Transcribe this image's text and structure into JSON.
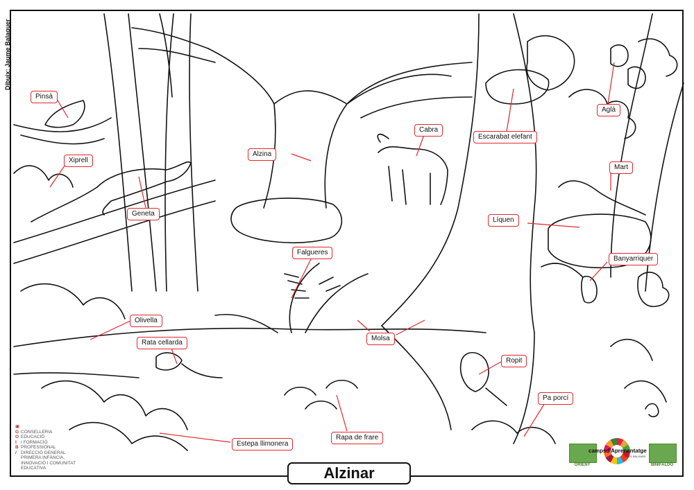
{
  "title": "Alzinar",
  "credit": "Dibuix: Jaume Balaguer",
  "labels": {
    "pinsa": "Pinsà",
    "xiprell": "Xiprell",
    "geneta": "Geneta",
    "alzina": "Alzina",
    "cabra": "Cabra",
    "escarabat": "Escarabat elefant",
    "agla": "Aglà",
    "mart": "Mart",
    "liquen": "Líquen",
    "falgueres": "Falgueres",
    "banyarriquer": "Banyarriquer",
    "olivella": "Olivella",
    "rata_cellarda": "Rata cellarda",
    "molsa": "Molsa",
    "ropit": "Ropit",
    "pa_porci": "Pa porcí",
    "rapa_de_frare": "Rapa de frare",
    "estepa_llimonera": "Estepa llimonera"
  },
  "ministry": {
    "line1": "CONSELLERIA",
    "line2": "EDUCACIÓ",
    "line3": "I FORMACIÓ",
    "line4": "PROFESSIONAL",
    "line5": "DIRECCIÓ GENERAL",
    "line6": "PRIMERA INFÀNCIA,",
    "line7": "INNOVACIÓ I COMUNITAT",
    "line8": "EDUCATIVA"
  },
  "logos": {
    "left_caption": "ORIENT",
    "center_text": "campsd'Aprenentatge",
    "center_sub": "ILLES BALEARS",
    "right_caption": "BINIFALDÓ"
  },
  "colors": {
    "label_border": "#e1262b",
    "leader_line": "#e1262b",
    "line_art": "#111111"
  }
}
